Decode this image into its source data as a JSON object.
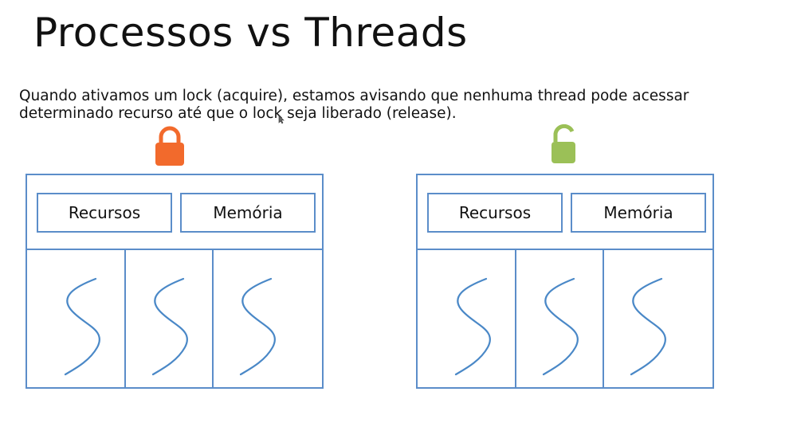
{
  "title": "Processos vs Threads",
  "description": {
    "line1": "Quando ativamos um lock (acquire), estamos avisando que nenhuma thread pode acessar",
    "line2": "determinado recurso até que o lock seja liberado (release)."
  },
  "colors": {
    "locked": "#f26a2c",
    "unlocked": "#9bc057",
    "border": "#5b8dc9",
    "thread": "#4a88c7"
  },
  "processes": [
    {
      "state": "locked",
      "lock_icon": "lock-closed-icon",
      "resources_label": "Recursos",
      "memory_label": "Memória",
      "thread_count": 3
    },
    {
      "state": "unlocked",
      "lock_icon": "lock-open-icon",
      "resources_label": "Recursos",
      "memory_label": "Memória",
      "thread_count": 3
    }
  ]
}
